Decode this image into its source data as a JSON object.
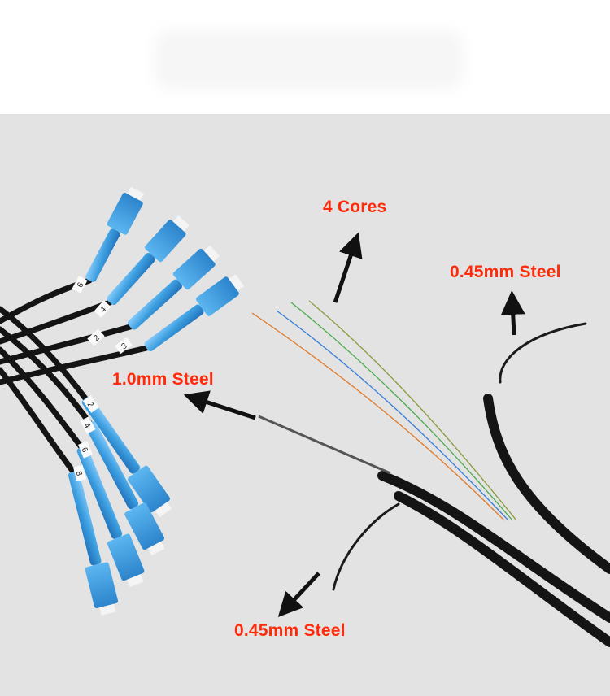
{
  "callouts": {
    "cores": "4 Cores",
    "steel_right": "0.45mm Steel",
    "steel_center": "1.0mm Steel",
    "steel_bottom": "0.45mm Steel"
  },
  "connector_tags_upper": [
    "6",
    "4",
    "2",
    "3"
  ],
  "connector_tags_lower": [
    "2",
    "4",
    "6",
    "8"
  ],
  "colors": {
    "callout_text": "#ff2a0a",
    "arrow": "#111111",
    "connector_blue": "#3d9fe0",
    "cable_black": "#141414",
    "background": "#e3e3e3",
    "fiber_orange": "#e07a2a",
    "fiber_blue": "#3a7fd8",
    "fiber_green": "#4cab4c",
    "fiber_olive": "#8a9a3c"
  }
}
